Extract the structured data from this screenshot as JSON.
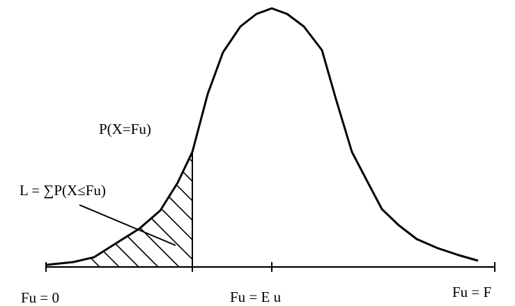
{
  "labels": {
    "density": "P(X=Fu)",
    "loss": "L = ∑P(X≤Fu)",
    "tick_left": "Fu = 0",
    "tick_mid": "Fu = E u",
    "tick_right": "Fu = F"
  },
  "colors": {
    "stroke": "#000000",
    "background": "#ffffff"
  }
}
